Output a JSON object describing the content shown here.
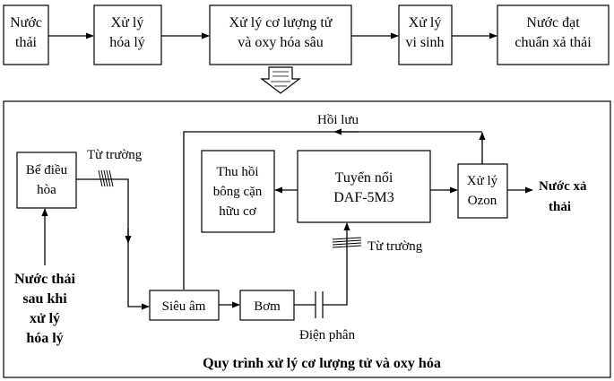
{
  "top_flow": {
    "raw_water": [
      "Nước",
      "thải"
    ],
    "physchem": [
      "Xử lý",
      "hóa lý"
    ],
    "quantum": [
      "Xử lý cơ lượng tử",
      "và oxy hóa sâu"
    ],
    "bio": [
      "Xử lý",
      "vi sinh"
    ],
    "output": [
      "Nước đạt",
      "chuẩn xả thải"
    ]
  },
  "detail": {
    "equalization_tank": [
      "Bể điều",
      "hòa"
    ],
    "magnetic_field_1": "Từ trường",
    "input_label": [
      "Nước thải",
      "sau khi",
      "xử lý",
      "hóa lý"
    ],
    "ultrasonic": "Siêu âm",
    "pump": "Bơm",
    "electrolysis": "Điện phân",
    "magnetic_field_2": "Từ trường",
    "daf": [
      "Tuyển nổi",
      "DAF-5M3"
    ],
    "sludge": [
      "Thu hồi",
      "bông cặn",
      "hữu cơ"
    ],
    "ozone": [
      "Xử lý",
      "Ozon"
    ],
    "output_label": [
      "Nước xả",
      "thải"
    ],
    "recirculation": "Hồi lưu",
    "caption": "Quy trình xử lý cơ lượng tử và oxy hóa"
  }
}
